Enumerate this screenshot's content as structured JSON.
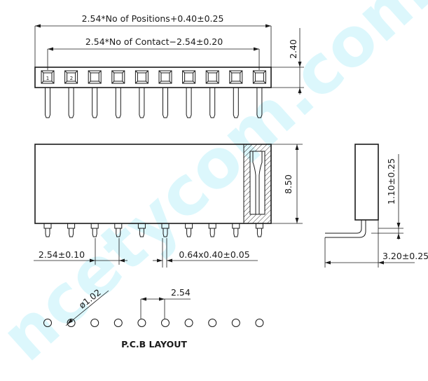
{
  "watermark": "ncetycom.com",
  "dimensions": {
    "overall_length": "2.54*No of Positions+0.40±0.25",
    "contact_span": "2.54*No of Contact−2.54±0.20",
    "header_height": "2.40",
    "body_height": "8.50",
    "pitch": "2.54±0.10",
    "pin_section": "0.64x0.40±0.05",
    "side_dim": "1.10±0.25",
    "side_width": "3.20±0.25",
    "hole_dia": "ø1.02",
    "layout_pitch": "2.54"
  },
  "pin_labels": [
    "1",
    "2"
  ],
  "pcb_label": "P.C.B LAYOUT",
  "colors": {
    "line": "#1a1a1a",
    "watermark": "#2bd3f2"
  }
}
